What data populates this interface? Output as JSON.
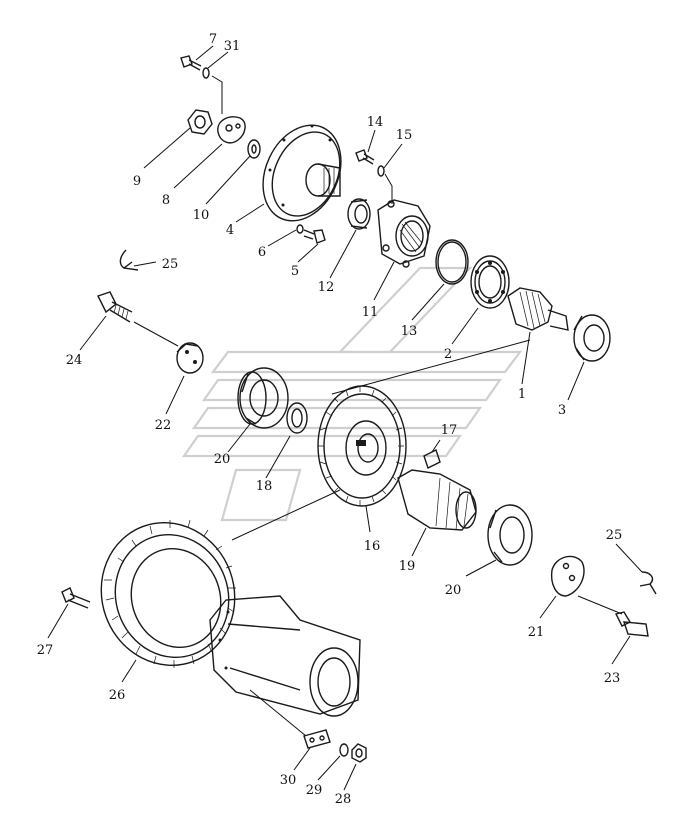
{
  "callouts": [
    {
      "id": "c1",
      "text": "1"
    },
    {
      "id": "c2",
      "text": "2"
    },
    {
      "id": "c3",
      "text": "3"
    },
    {
      "id": "c4",
      "text": "4"
    },
    {
      "id": "c5",
      "text": "5"
    },
    {
      "id": "c6",
      "text": "6"
    },
    {
      "id": "c7",
      "text": "7"
    },
    {
      "id": "c8",
      "text": "8"
    },
    {
      "id": "c9",
      "text": "9"
    },
    {
      "id": "c10",
      "text": "10"
    },
    {
      "id": "c11",
      "text": "11"
    },
    {
      "id": "c12",
      "text": "12"
    },
    {
      "id": "c13",
      "text": "13"
    },
    {
      "id": "c14",
      "text": "14"
    },
    {
      "id": "c15",
      "text": "15"
    },
    {
      "id": "c16",
      "text": "16"
    },
    {
      "id": "c17",
      "text": "17"
    },
    {
      "id": "c18",
      "text": "18"
    },
    {
      "id": "c19",
      "text": "19"
    },
    {
      "id": "c20a",
      "text": "20"
    },
    {
      "id": "c20b",
      "text": "20"
    },
    {
      "id": "c21",
      "text": "21"
    },
    {
      "id": "c22",
      "text": "22"
    },
    {
      "id": "c23",
      "text": "23"
    },
    {
      "id": "c24",
      "text": "24"
    },
    {
      "id": "c25a",
      "text": "25"
    },
    {
      "id": "c25b",
      "text": "25"
    },
    {
      "id": "c26",
      "text": "26"
    },
    {
      "id": "c27",
      "text": "27"
    },
    {
      "id": "c28",
      "text": "28"
    },
    {
      "id": "c29",
      "text": "29"
    },
    {
      "id": "c30",
      "text": "30"
    },
    {
      "id": "c31",
      "text": "31"
    }
  ]
}
